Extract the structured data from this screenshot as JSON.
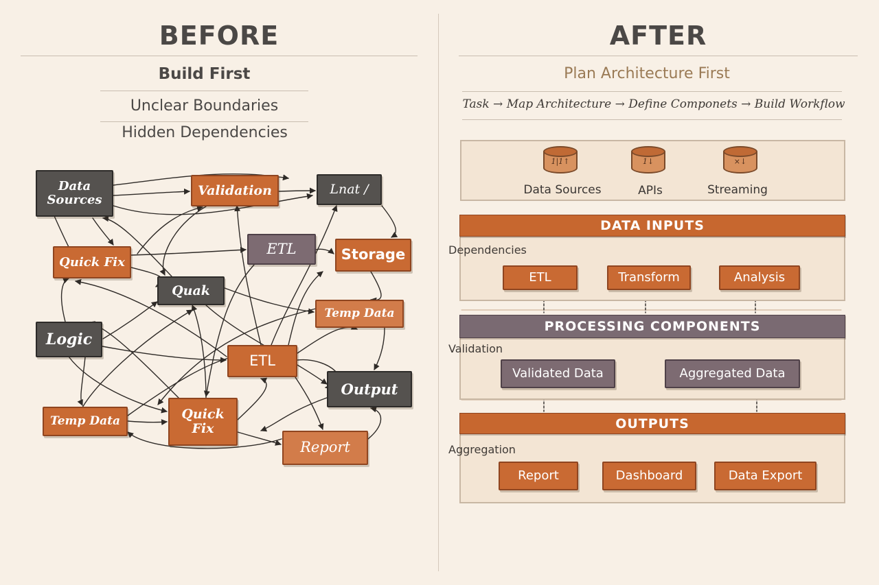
{
  "before": {
    "title": "BEFORE",
    "subtitle_1": "Build First",
    "subtitle_2": "Unclear Boundaries",
    "subtitle_3": "Hidden Dependencies",
    "nodes": {
      "data_sources": "Data\nSources",
      "validation": "Validation",
      "lnat": "Lnat /",
      "etl_top": "ETL",
      "storage": "Storage",
      "quick_fix_top": "Quick Fix",
      "quak": "Quak",
      "temp_data_right": "Temp Data",
      "logic": "Logic",
      "etl_mid": "ETL",
      "output": "Output",
      "temp_data_left": "Temp Data",
      "quick_fix_bottom": "Quick\nFix",
      "report": "Report"
    }
  },
  "after": {
    "title": "AFTER",
    "subtitle": "Plan Architecture First",
    "workflow": "Task → Map Architecture → Define Componets → Build Workflow",
    "sources": [
      {
        "label": "Data Sources",
        "glyph": "1|1↑"
      },
      {
        "label": "APIs",
        "glyph": "1↓"
      },
      {
        "label": "Streaming",
        "glyph": "×↓"
      }
    ],
    "bands": {
      "inputs": "DATA INPUTS",
      "processing": "PROCESSING COMPONENTS",
      "outputs": "OUTPUTS"
    },
    "side_labels": {
      "dependencies": "Dependencies",
      "validation": "Validation",
      "aggregation": "Aggregation"
    },
    "input_nodes": [
      "ETL",
      "Transform",
      "Analysis"
    ],
    "processing_nodes": [
      "Validated Data",
      "Aggregated Data"
    ],
    "output_nodes": [
      "Report",
      "Dashboard",
      "Data Export"
    ]
  },
  "colors": {
    "background": "#f8f0e6",
    "orange": "#c96a33",
    "dark": "#55524f",
    "purple": "#7d6b72",
    "panel": "#f3e5d4"
  }
}
